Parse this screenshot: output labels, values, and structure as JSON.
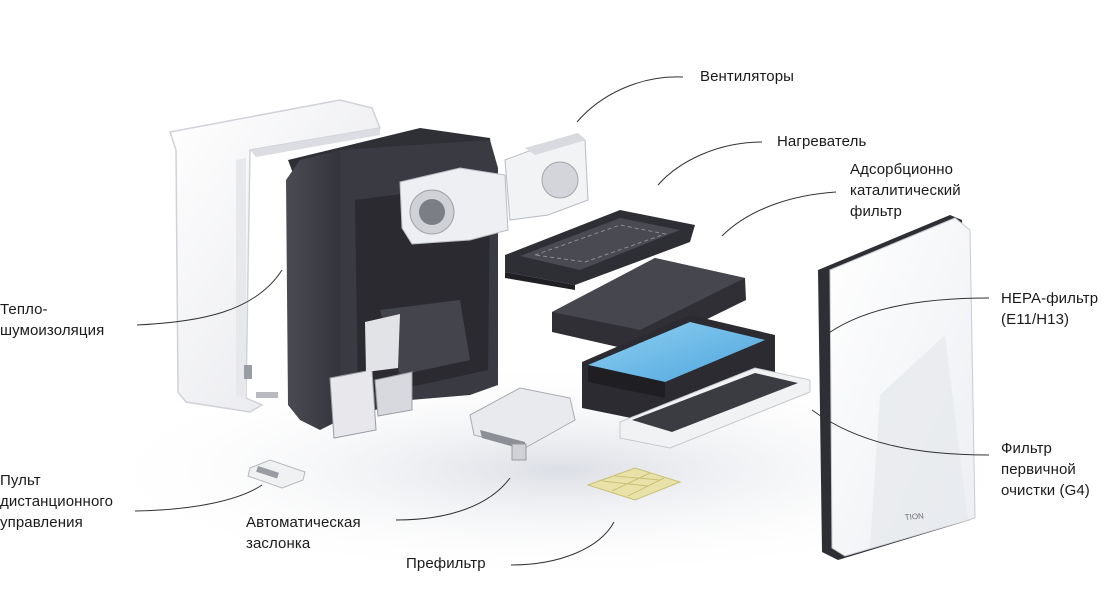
{
  "labels": {
    "fans": [
      "Вентиляторы"
    ],
    "heater": [
      "Нагреватель"
    ],
    "adsorption_filter": [
      "Адсорбционно",
      "каталитический",
      "фильтр"
    ],
    "insulation": [
      "Тепло-",
      "шумоизоляция"
    ],
    "hepa_filter": [
      "HEPA-фильтр",
      "(E11/H13)"
    ],
    "primary_filter": [
      "Фильтр",
      "первичной",
      "очистки (G4)"
    ],
    "remote": [
      "Пульт",
      "дистанционного",
      "управления"
    ],
    "damper": [
      "Автоматическая",
      "заслонка"
    ],
    "prefilter": [
      "Префильтр"
    ]
  },
  "logo_text": "TION",
  "colors": {
    "housing": "#3e3e46",
    "housing_light": "#5a5a63",
    "cover_white": "#f7f7f9",
    "filter_dark": "#2f2f35",
    "hepa_blue": "#5fb4e6",
    "prefilter_yellow": "#e9e2a8",
    "leader_line": "#333333",
    "text": "#1a1a1a"
  }
}
